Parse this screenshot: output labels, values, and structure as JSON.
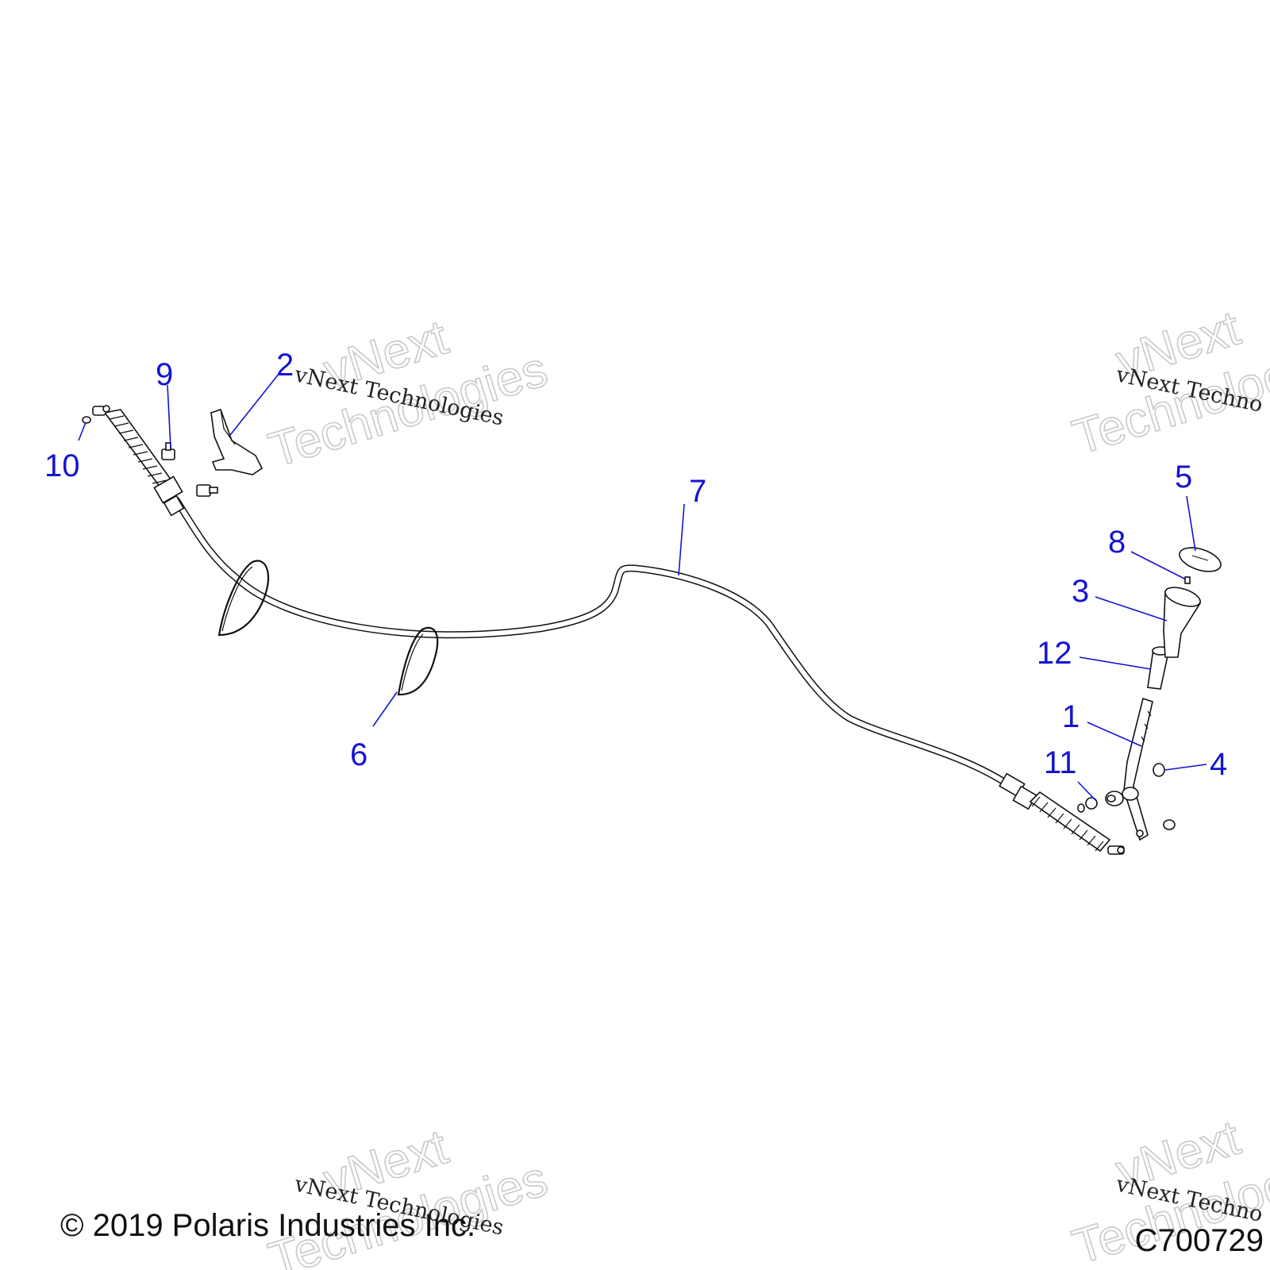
{
  "diagram": {
    "callouts": [
      "1",
      "2",
      "3",
      "4",
      "5",
      "6",
      "7",
      "8",
      "9",
      "10",
      "11",
      "12"
    ],
    "callout_color": "#1414d2",
    "watermark": {
      "big_line1": "vNext",
      "big_line2": "Technologies",
      "small": "vNext Technologies",
      "small_cut": "vNext Techno"
    },
    "footer": {
      "copyright": "© 2019 Polaris Industries Inc.",
      "code": "C700729"
    }
  }
}
